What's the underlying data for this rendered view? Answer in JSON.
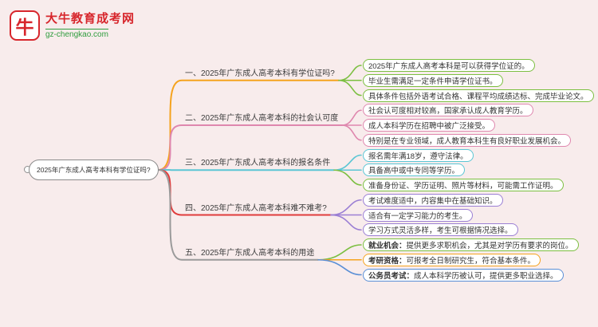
{
  "colors": {
    "background": "#f8ecec",
    "root_border": "#8b8b8b",
    "logo_red": "#d7262c",
    "logo_green": "#2f9d3f"
  },
  "logo": {
    "icon_glyph": "牛",
    "brand": "大牛教育成考网",
    "url": "gz-chengkao.com"
  },
  "root": {
    "label": "2025年广东成人高考本科有学位证吗?"
  },
  "branches": [
    {
      "label": "一、2025年广东成人高考本科有学位证吗?",
      "color": "#f5a31e",
      "children": [
        {
          "text": "2025年广东成人高考本科是可以获得学位证的。",
          "color": "#7cbf41"
        },
        {
          "text": "毕业生需满足一定条件申请学位证书。",
          "color": "#7cbf41"
        },
        {
          "text": "具体条件包括外语考试合格、课程平均成绩达标、完成毕业论文。",
          "color": "#7cbf41"
        }
      ]
    },
    {
      "label": "二、2025年广东成人高考本科的社会认可度",
      "color": "#df87ae",
      "children": [
        {
          "text": "社会认可度相对较高，国家承认成人教育学历。",
          "color": "#df87ae"
        },
        {
          "text": "成人本科学历在招聘中被广泛接受。",
          "color": "#df87ae"
        },
        {
          "text": "特别是在专业领域，成人教育本科生有良好职业发展机会。",
          "color": "#df87ae"
        }
      ]
    },
    {
      "label": "三、2025年广东成人高考本科的报名条件",
      "color": "#5bc6d4",
      "children": [
        {
          "text": "报名需年满18岁，遵守法律。",
          "color": "#5bc6d4"
        },
        {
          "text": "具备高中或中专同等学历。",
          "color": "#5bc6d4"
        },
        {
          "text": "准备身份证、学历证明、照片等材料，可能需工作证明。",
          "color": "#7cbf41"
        }
      ]
    },
    {
      "label": "四、2025年广东成人高考本科难不难考?",
      "color": "#e03c3c",
      "children": [
        {
          "text": "考试难度适中，内容集中在基础知识。",
          "color": "#9b7fd4"
        },
        {
          "text": "适合有一定学习能力的考生。",
          "color": "#9b7fd4"
        },
        {
          "text": "学习方式灵活多样，考生可根据情况选择。",
          "color": "#9b7fd4"
        }
      ]
    },
    {
      "label": "五、2025年广东成人高考本科的用途",
      "color": "#9a9a9a",
      "children": [
        {
          "bold": "就业机会：",
          "text": "提供更多求职机会，尤其是对学历有要求的岗位。",
          "color": "#7cbf41"
        },
        {
          "bold": "考研资格：",
          "text": "可报考全日制研究生，符合基本条件。",
          "color": "#f5a31e"
        },
        {
          "bold": "公务员考试：",
          "text": "成人本科学历被认可，提供更多职业选择。",
          "color": "#5a8fd6"
        }
      ]
    }
  ]
}
